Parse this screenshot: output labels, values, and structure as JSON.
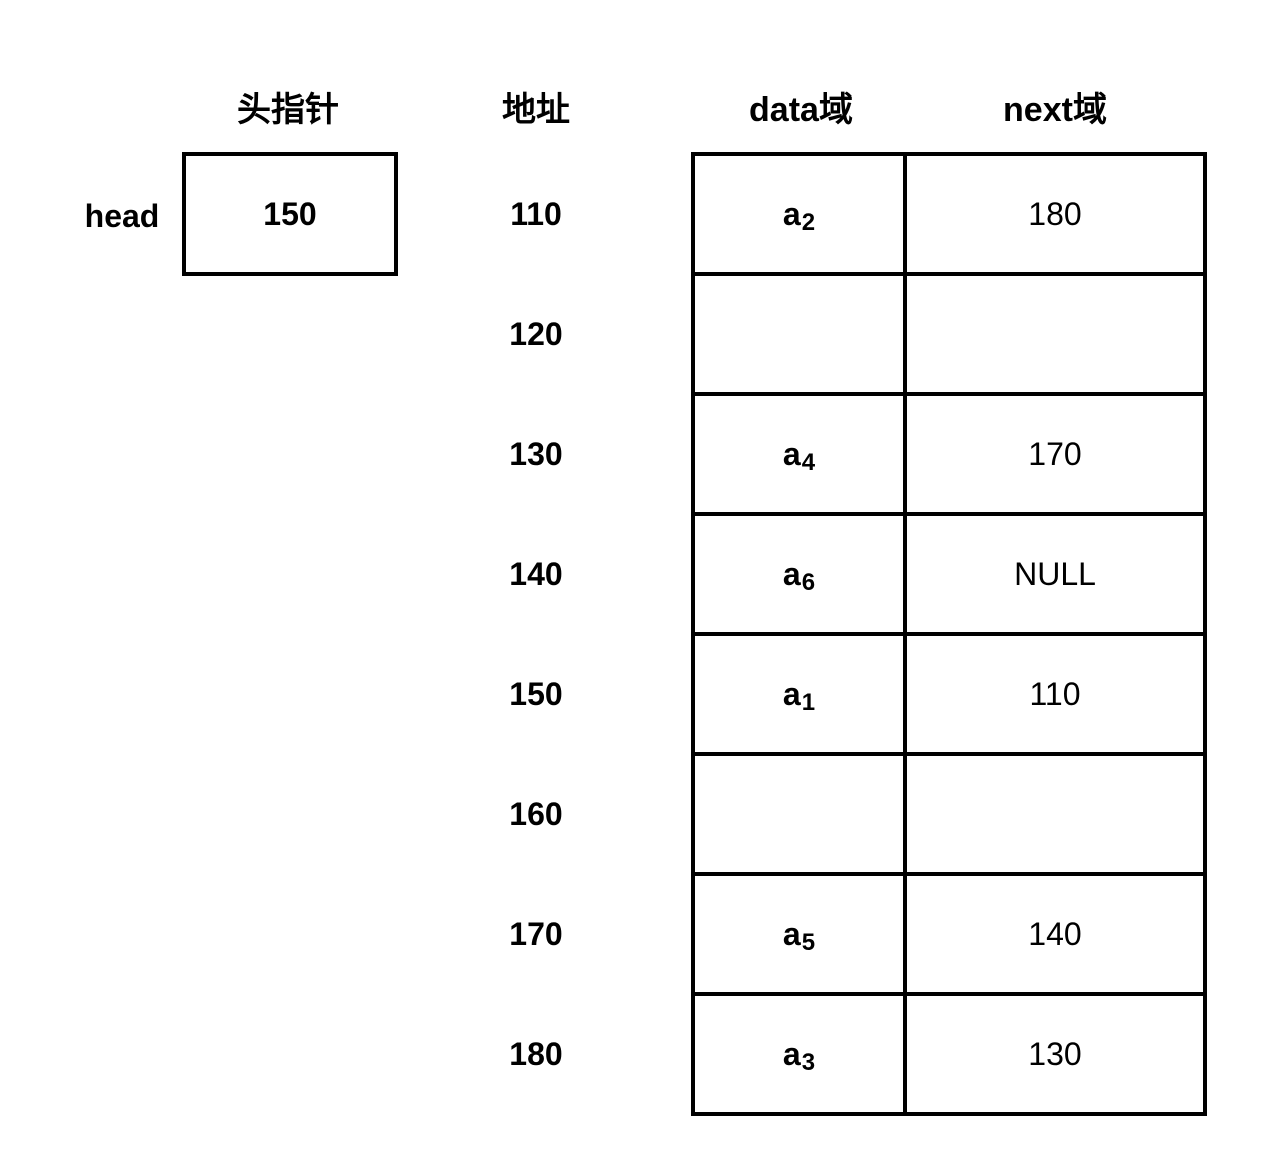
{
  "headers": {
    "head_pointer": "头指针",
    "address": "地址",
    "data_field": "data域",
    "next_field": "next域"
  },
  "head": {
    "label": "head",
    "value": "150"
  },
  "rows": [
    {
      "address": "110",
      "data_base": "a",
      "data_sub": "2",
      "next": "180"
    },
    {
      "address": "120",
      "data_base": "",
      "data_sub": "",
      "next": ""
    },
    {
      "address": "130",
      "data_base": "a",
      "data_sub": "4",
      "next": "170"
    },
    {
      "address": "140",
      "data_base": "a",
      "data_sub": "6",
      "next": "NULL"
    },
    {
      "address": "150",
      "data_base": "a",
      "data_sub": "1",
      "next": "110"
    },
    {
      "address": "160",
      "data_base": "",
      "data_sub": "",
      "next": ""
    },
    {
      "address": "170",
      "data_base": "a",
      "data_sub": "5",
      "next": "140"
    },
    {
      "address": "180",
      "data_base": "a",
      "data_sub": "3",
      "next": "130"
    }
  ]
}
